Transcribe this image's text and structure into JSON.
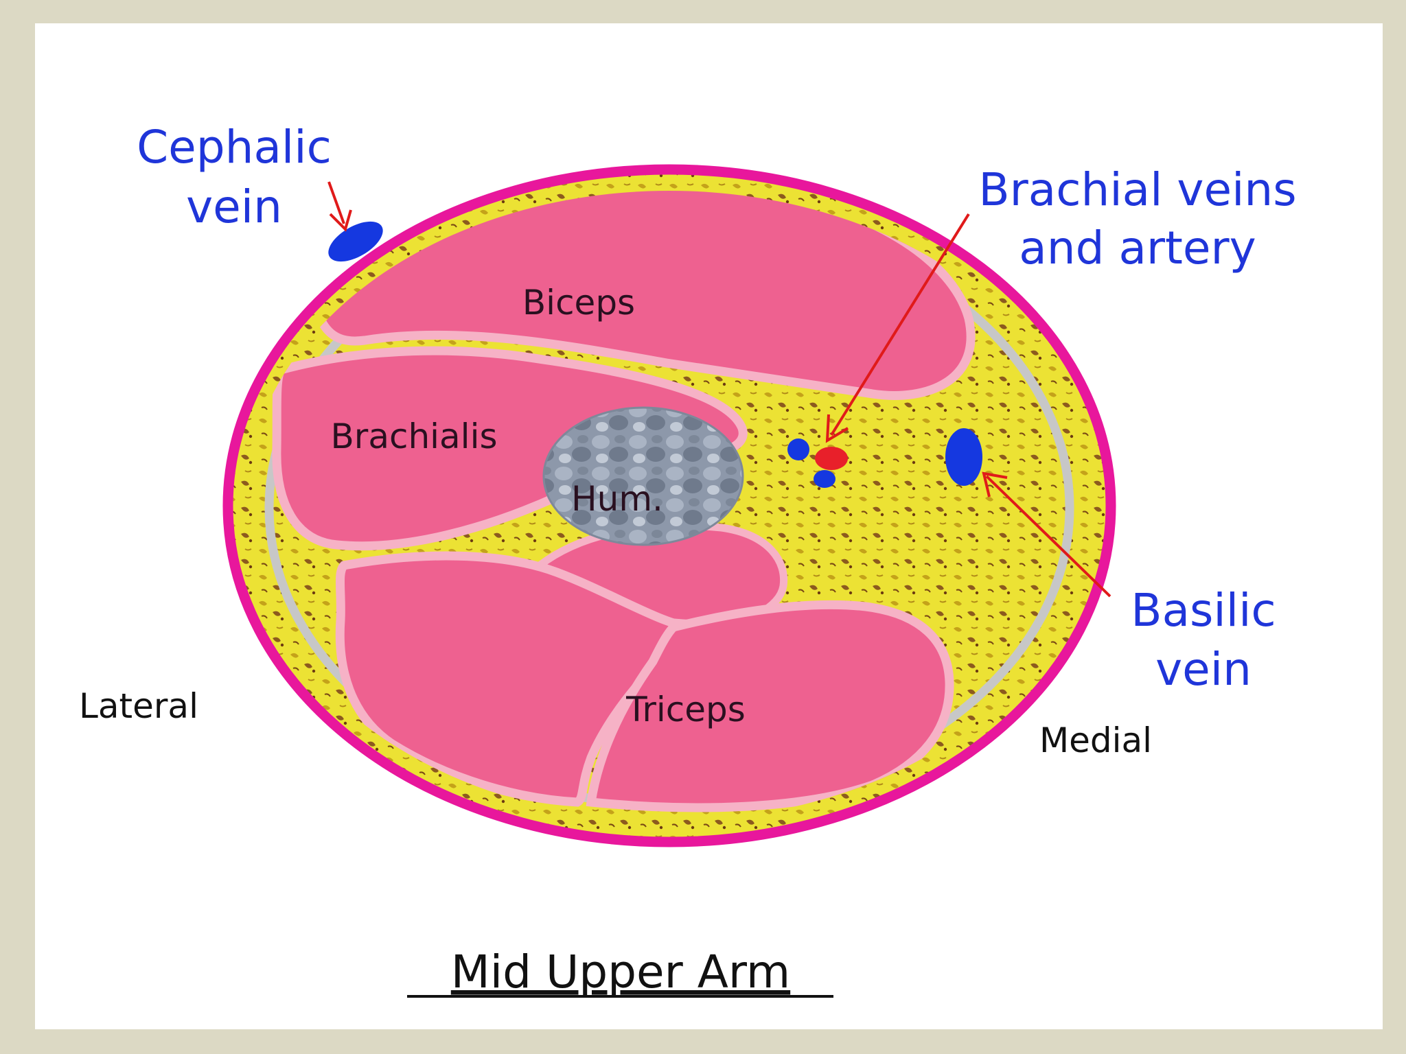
{
  "labels": {
    "cephalic_vein": [
      "Cephalic",
      "vein"
    ],
    "brachial": [
      "Brachial veins",
      "and artery"
    ],
    "basilic_vein": [
      "Basilic",
      "vein"
    ],
    "biceps": "Biceps",
    "brachialis": "Brachialis",
    "humerus": "Hum.",
    "triceps": "Triceps",
    "lateral": "Lateral",
    "medial": "Medial"
  },
  "title": "Mid Upper Arm",
  "colors": {
    "background": "#dcd9c4",
    "slide": "#ffffff",
    "skin": "#e8179c",
    "fat": "#ece234",
    "fascia": "#c7c7c7",
    "muscle": "#ee6190",
    "muscle_outline": "#f6b2c6",
    "bone": "#8b96a8",
    "vein": "#1538e0",
    "artery": "#e8202a",
    "arrow": "#e01a1a",
    "label_blue": "#1f35d9"
  }
}
